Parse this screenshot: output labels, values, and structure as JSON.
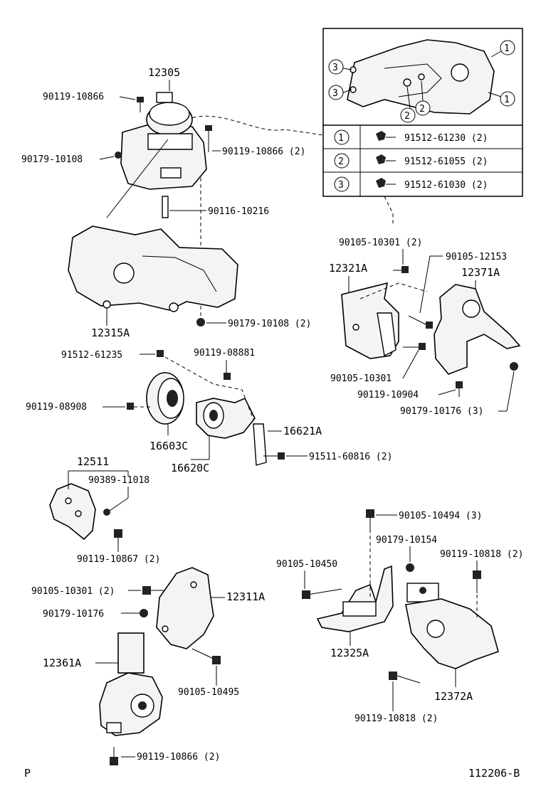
{
  "labels": {
    "p12305": "12305",
    "p90119_10866_a": "90119-10866",
    "p90179_10108_a": "90179-10108",
    "p90119_10866_b": "90119-10866 (2)",
    "p90116_10216": "90116-10216",
    "p12315A": "12315A",
    "p90179_10108_b": "90179-10108 (2)",
    "p90105_10301_a": "90105-10301 (2)",
    "p90105_12153": "90105-12153",
    "p12321A": "12321A",
    "p12371A": "12371A",
    "p90105_10301_b": "90105-10301",
    "p90119_10904": "90119-10904",
    "p90179_10176_a": "90179-10176 (3)",
    "p91512_61235": "91512-61235",
    "p90119_08881": "90119-08881",
    "p90119_08908": "90119-08908",
    "p16621A": "16621A",
    "p16603C": "16603C",
    "p91511_60816": "91511-60816 (2)",
    "p16620C": "16620C",
    "p12511": "12511",
    "p90389_11018": "90389-11018",
    "p90119_10867": "90119-10867 (2)",
    "p90105_10494": "90105-10494 (3)",
    "p90179_10154": "90179-10154",
    "p90105_10450": "90105-10450",
    "p90119_10818_a": "90119-10818 (2)",
    "p90105_10301_c": "90105-10301 (2)",
    "p12311A": "12311A",
    "p90179_10176_b": "90179-10176",
    "p12325A": "12325A",
    "p12361A": "12361A",
    "p90105_10495": "90105-10495",
    "p12372A": "12372A",
    "p90119_10818_b": "90119-10818 (2)",
    "p90119_10866_c": "90119-10866 (2)"
  },
  "inset": {
    "callouts": [
      "1",
      "1",
      "3",
      "3",
      "2",
      "2"
    ],
    "table": [
      {
        "num": "1",
        "part": "91512-61230 (2)"
      },
      {
        "num": "2",
        "part": "91512-61055 (2)"
      },
      {
        "num": "3",
        "part": "91512-61030 (2)"
      }
    ]
  },
  "footer": {
    "left": "P",
    "right": "112206-B"
  }
}
